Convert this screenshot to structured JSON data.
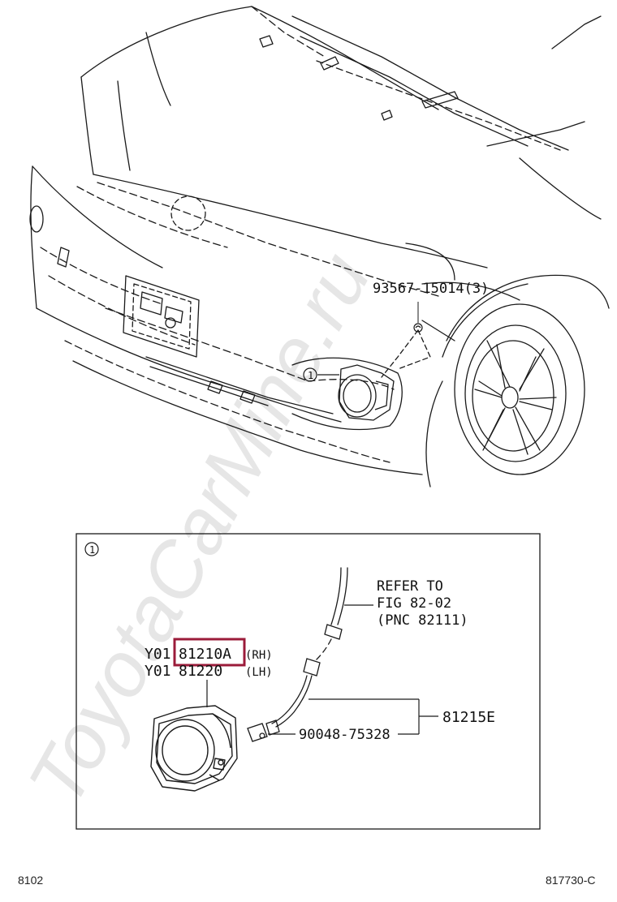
{
  "watermark": "ToyotaCarMine.ru",
  "callouts": {
    "bolt": "93567-15014(3)",
    "ref_marker": "①",
    "detail_marker": "①"
  },
  "detail": {
    "refer_line1": "REFER TO",
    "refer_line2": "FIG 82-02",
    "refer_line3": "(PNC 82111)",
    "rh_prefix": "Y01",
    "rh_part": "81210A",
    "rh_suffix": "(RH)",
    "lh_prefix": "Y01",
    "lh_part": "81220",
    "lh_suffix": "(LH)",
    "harness": "81215E",
    "connector": "90048-75328"
  },
  "footer": {
    "left": "8102",
    "right": "817730-C"
  },
  "colors": {
    "line": "#1a1a1a",
    "highlight": "#9b1b3a",
    "watermark": "#e6e6e6"
  }
}
